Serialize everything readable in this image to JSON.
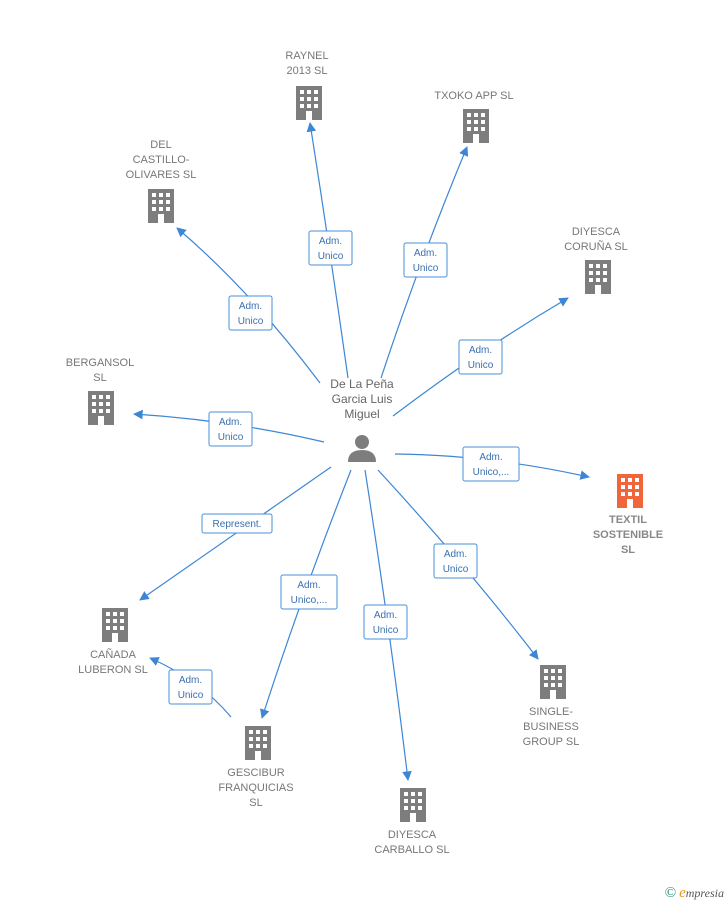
{
  "person": {
    "name_lines": [
      "De La Peña",
      "Garcia Luis",
      "Miguel"
    ]
  },
  "colors": {
    "edge": "#3d86d6",
    "building": "#7d7d7d",
    "highlight_building": "#f0663a"
  },
  "companies": [
    {
      "id": "raynel",
      "lines": [
        "RAYNEL",
        "2013 SL"
      ],
      "highlight": false
    },
    {
      "id": "txoko",
      "lines": [
        "TXOKO APP  SL"
      ],
      "highlight": false
    },
    {
      "id": "del-castillo",
      "lines": [
        "DEL",
        "CASTILLO-",
        "OLIVARES  SL"
      ],
      "highlight": false
    },
    {
      "id": "diyesca-coruna",
      "lines": [
        "DIYESCA",
        "CORUÑA  SL"
      ],
      "highlight": false
    },
    {
      "id": "bergansol",
      "lines": [
        "BERGANSOL",
        "SL"
      ],
      "highlight": false
    },
    {
      "id": "textil",
      "lines": [
        "TEXTIL",
        "SOSTENIBLE",
        "SL"
      ],
      "highlight": true
    },
    {
      "id": "canada",
      "lines": [
        "CAÑADA",
        "LUBERON  SL"
      ],
      "highlight": false
    },
    {
      "id": "single",
      "lines": [
        "SINGLE-",
        "BUSINESS",
        "GROUP  SL"
      ],
      "highlight": false
    },
    {
      "id": "gescibur",
      "lines": [
        "GESCIBUR",
        "FRANQUICIAS",
        "SL"
      ],
      "highlight": false
    },
    {
      "id": "diyesca-carballo",
      "lines": [
        "DIYESCA",
        "CARBALLO SL"
      ],
      "highlight": false
    }
  ],
  "roles": [
    {
      "id": "raynel",
      "lines": [
        "Adm.",
        "Unico"
      ]
    },
    {
      "id": "txoko",
      "lines": [
        "Adm.",
        "Unico"
      ]
    },
    {
      "id": "del-castillo",
      "lines": [
        "Adm.",
        "Unico"
      ]
    },
    {
      "id": "diyesca-coruna",
      "lines": [
        "Adm.",
        "Unico"
      ]
    },
    {
      "id": "bergansol",
      "lines": [
        "Adm.",
        "Unico"
      ]
    },
    {
      "id": "textil",
      "lines": [
        "Adm.",
        "Unico,..."
      ]
    },
    {
      "id": "canada-represent",
      "lines": [
        "Represent."
      ]
    },
    {
      "id": "single",
      "lines": [
        "Adm.",
        "Unico"
      ]
    },
    {
      "id": "gescibur",
      "lines": [
        "Adm.",
        "Unico,..."
      ]
    },
    {
      "id": "diyesca-carballo",
      "lines": [
        "Adm.",
        "Unico"
      ]
    },
    {
      "id": "gescibur-canada",
      "lines": [
        "Adm.",
        "Unico"
      ]
    }
  ],
  "brand": {
    "symbol": "©",
    "initial": "e",
    "rest": "mpresia"
  }
}
